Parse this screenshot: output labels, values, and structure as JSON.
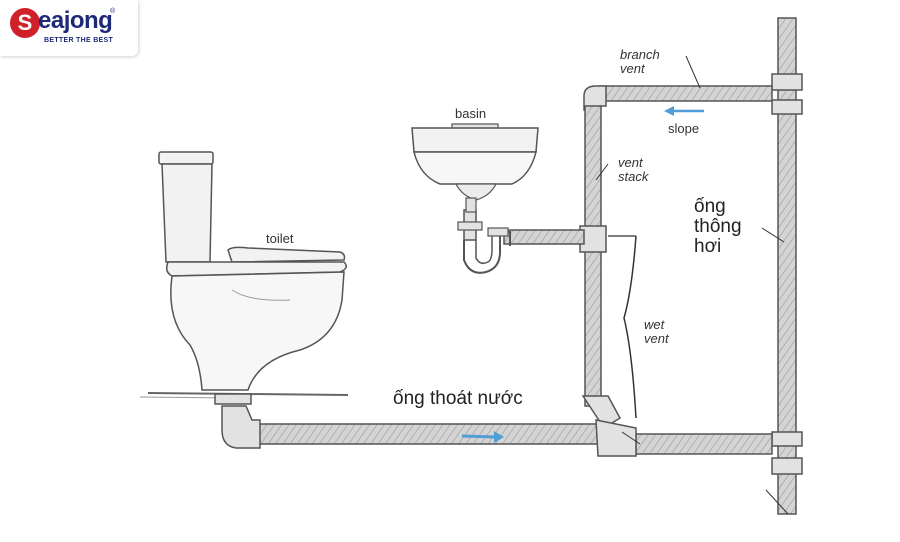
{
  "logo": {
    "mark": "S",
    "word": "eajong",
    "registered": "®",
    "tagline": "BETTER THE BEST"
  },
  "labels": {
    "branch_vent": "branch\nvent",
    "slope": "slope",
    "basin": "basin",
    "vent_stack": "vent\nstack",
    "ong_thong_hoi": "ống\nthông\nhơi",
    "toilet": "toilet",
    "wet_vent": "wet\nvent",
    "ong_thoat_nuoc": "ống thoát nước"
  },
  "colors": {
    "pipe_fill": "#cfcfcf",
    "pipe_stroke": "#555555",
    "flow_arrow": "#4f9fd6",
    "brand_red": "#d0202a",
    "brand_blue": "#1e2a78"
  }
}
